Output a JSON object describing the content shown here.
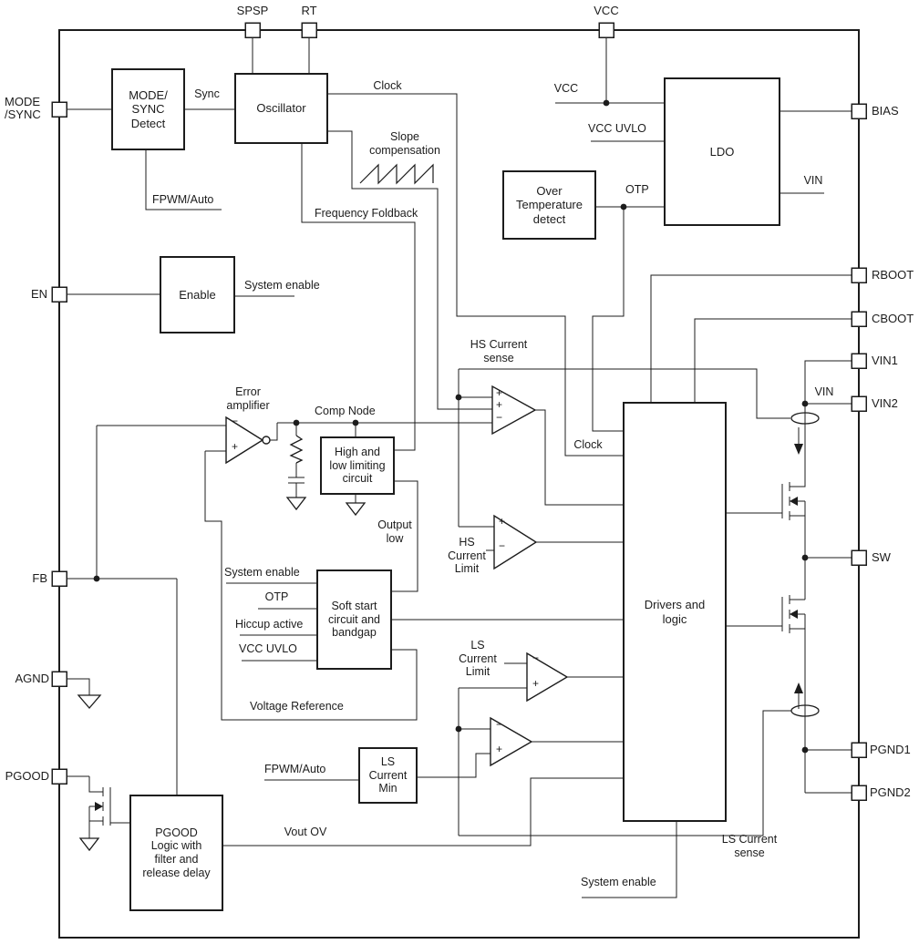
{
  "pins": {
    "spsp": "SPSP",
    "rt": "RT",
    "vcc": "VCC",
    "mode_sync": "MODE\n/SYNC",
    "en": "EN",
    "fb": "FB",
    "agnd": "AGND",
    "pgood": "PGOOD",
    "bias": "BIAS",
    "rboot": "RBOOT",
    "cboot": "CBOOT",
    "vin1": "VIN1",
    "vin2": "VIN2",
    "sw": "SW",
    "pgnd1": "PGND1",
    "pgnd2": "PGND2"
  },
  "blocks": {
    "mode_sync_detect": "MODE/\nSYNC\nDetect",
    "oscillator": "Oscillator",
    "enable": "Enable",
    "ldo": "LDO",
    "over_temp": "Over\nTemperature\ndetect",
    "high_low": "High and\nlow limiting\ncircuit",
    "soft_start": "Soft start\ncircuit and\nbandgap",
    "drivers": "Drivers and\nlogic",
    "ls_current_min": "LS\nCurrent\nMin",
    "pgood_logic": "PGOOD\nLogic with\nfilter and\nrelease delay"
  },
  "signals": {
    "sync": "Sync",
    "fpwm_auto": "FPWM/Auto",
    "clock": "Clock",
    "slope_comp": "Slope\ncompensation",
    "freq_foldback": "Frequency Foldback",
    "system_enable": "System enable",
    "vcc": "VCC",
    "vcc_uvlo": "VCC UVLO",
    "otp": "OTP",
    "vin": "VIN",
    "hs_current_sense": "HS Current\nsense",
    "hs_current_limit": "HS\nCurrent\nLimit",
    "ls_current_limit": "LS\nCurrent\nLimit",
    "ls_current_sense": "LS Current\nsense",
    "comp_node": "Comp Node",
    "error_amplifier": "Error\namplifier",
    "output_low": "Output\nlow",
    "voltage_reference": "Voltage Reference",
    "hiccup_active": "Hiccup active",
    "vout_ov": "Vout OV"
  },
  "symbols": {
    "plus": "+",
    "minus": "−"
  },
  "colors": {
    "line": "#1c1c1c",
    "background": "#ffffff"
  }
}
